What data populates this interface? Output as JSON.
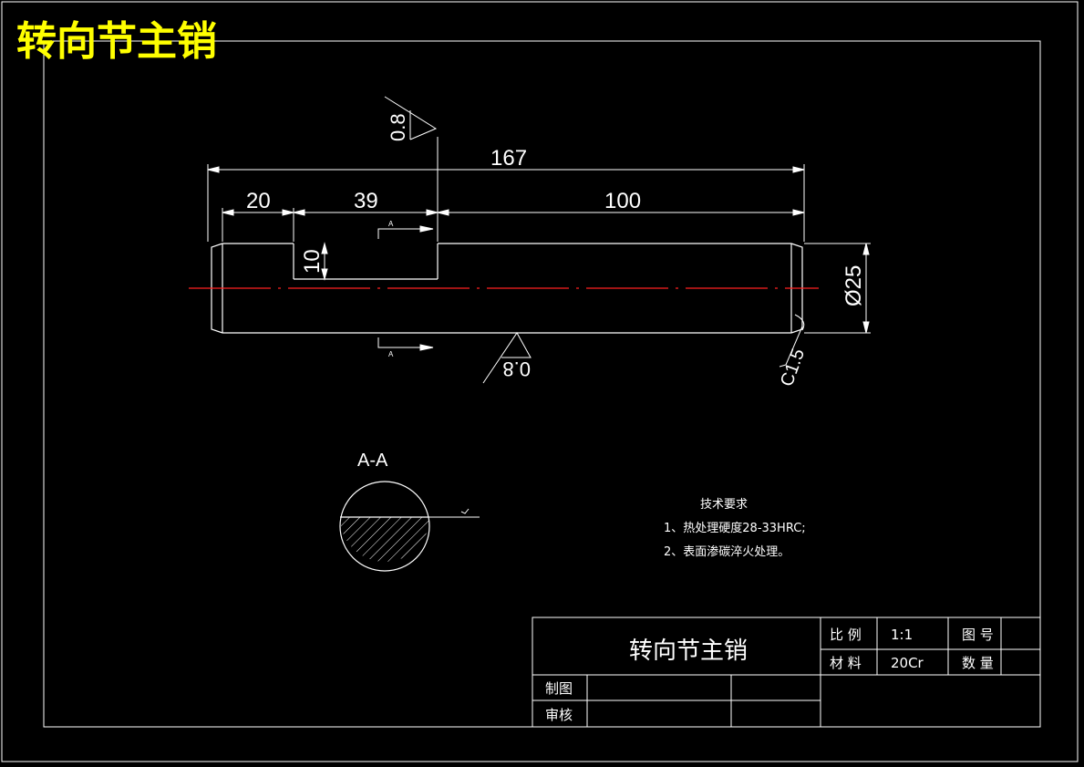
{
  "title": "转向节主销",
  "dimensions": {
    "overall_length": "167",
    "left_segment": "20",
    "middle_segment": "39",
    "right_segment": "100",
    "flat_depth": "10",
    "diameter": "Ø25",
    "chamfer": "C1.5"
  },
  "surface_finish": {
    "top": "0.8",
    "bottom": "0.8"
  },
  "section": {
    "cut_letter": "A",
    "label": "A-A"
  },
  "technical_requirements": {
    "heading": "技术要求",
    "items": [
      "1、热处理硬度28-33HRC;",
      "2、表面渗碳淬火处理。"
    ]
  },
  "title_block": {
    "part_name": "转向节主销",
    "scale_label": "比 例",
    "scale_value": "1:1",
    "drawing_no_label": "图 号",
    "drawing_no_value": "",
    "material_label": "材 料",
    "material_value": "20Cr",
    "quantity_label": "数 量",
    "quantity_value": "",
    "drawn_by_label": "制图",
    "checked_by_label": "审核"
  },
  "colors": {
    "background": "#000000",
    "lines": "#ffffff",
    "title_text": "#ffff00",
    "center_line": "#ff0000"
  }
}
